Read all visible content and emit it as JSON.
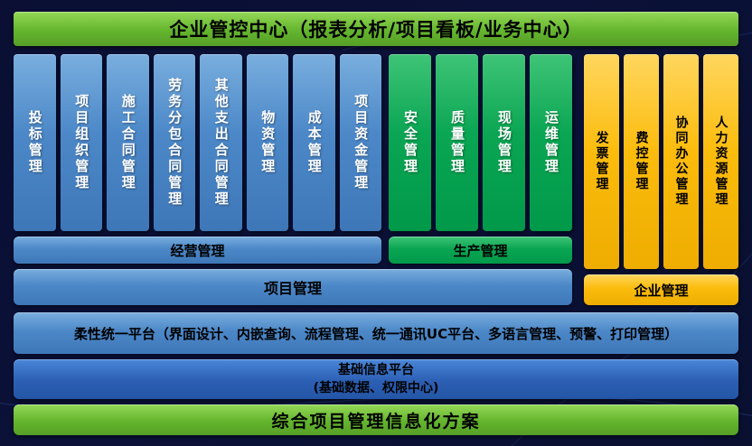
{
  "header": {
    "title": "企业管控中心（报表分析/项目看板/业务中心）"
  },
  "modules": {
    "business": [
      "投标管理",
      "项目组织管理",
      "施工合同管理",
      "劳务分包合同管理",
      "其他支出合同管理",
      "物资管理",
      "成本管理",
      "项目资金管理"
    ],
    "production": [
      "安全管理",
      "质量管理",
      "现场管理",
      "运维管理"
    ],
    "enterprise": [
      "发票管理",
      "费控管理",
      "协同办公管理",
      "人力资源管理"
    ]
  },
  "bars": {
    "business": "经营管理",
    "production": "生产管理",
    "project": "项目管理",
    "enterprise": "企业管理",
    "platform": "柔性统一平台（界面设计、内嵌查询、流程管理、统一通讯UC平台、多语言管理、预警、打印管理）",
    "base_line1": "基础信息平台",
    "base_line2": "(基础数据、权限中心)",
    "footer": "综合项目管理信息化方案"
  },
  "colors": {
    "background": "#0a0f33",
    "module_blue": "#4c88c8",
    "module_green": "#0aa653",
    "module_yellow": "#fbbc0d",
    "banner_green": "#64b52e",
    "base_bar_blue": "#2c5fb4"
  }
}
